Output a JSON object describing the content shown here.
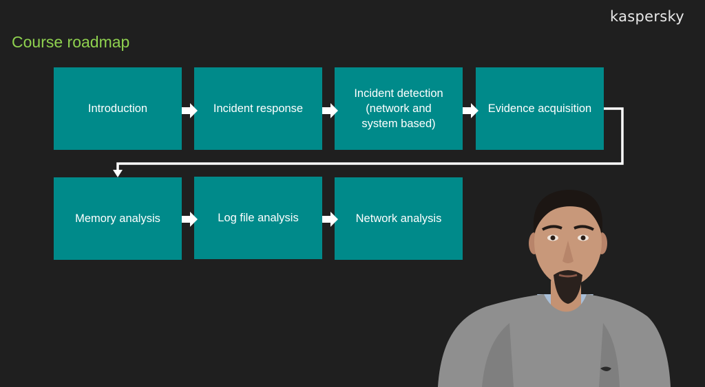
{
  "logo": "kaspersky",
  "slide_title": "Course roadmap",
  "colors": {
    "background": "#1f1f1f",
    "title": "#8fd14f",
    "step_box": "#008a8a",
    "step_text": "#ffffff",
    "connector": "#ffffff"
  },
  "steps": [
    {
      "label": "Introduction"
    },
    {
      "label": "Incident response"
    },
    {
      "label": "Incident detection\n(network and\nsystem based)"
    },
    {
      "label": "Evidence acquisition"
    },
    {
      "label": "Memory analysis"
    },
    {
      "label": "Log file analysis"
    },
    {
      "label": "Network analysis"
    }
  ],
  "presenter": {
    "icon": "presenter-person-icon"
  }
}
